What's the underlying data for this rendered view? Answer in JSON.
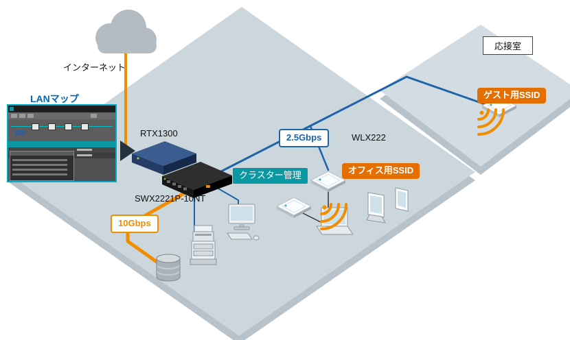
{
  "labels": {
    "internet": "インターネット",
    "lanmap": "LANマップ",
    "router": "RTX1300",
    "switch": "SWX2221P-10NT",
    "speed_10g": "10Gbps",
    "speed_2_5g": "2.5Gbps",
    "cluster": "クラスター管理",
    "ap_model": "WLX222",
    "office_ssid": "オフィス用SSID",
    "guest_ssid": "ゲスト用SSID",
    "reception_room": "応接室"
  },
  "colors": {
    "orange": "#f18d00",
    "ssid_orange": "#e56e00",
    "blue": "#1c63a7",
    "teal": "#0b98a3",
    "lanmap_blue": "#0068b6",
    "lanmap_border": "#00a9c8"
  }
}
